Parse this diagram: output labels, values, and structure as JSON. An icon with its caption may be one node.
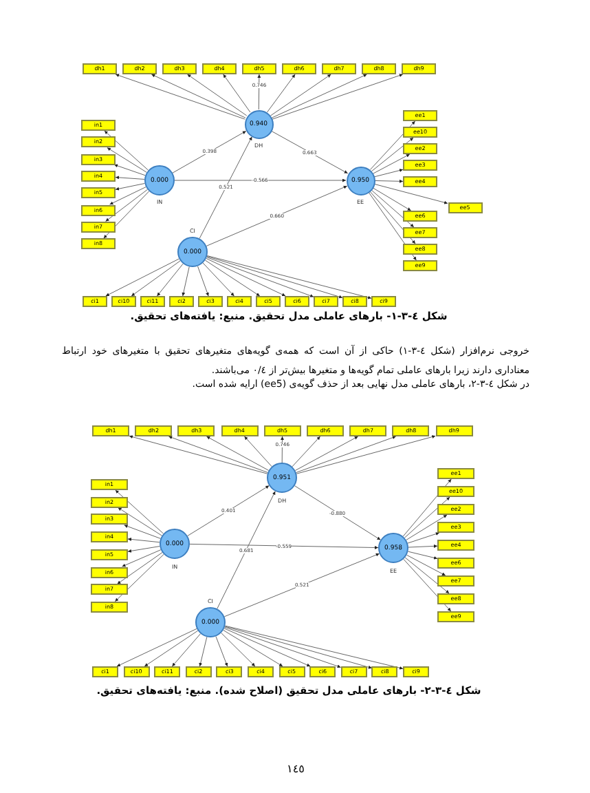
{
  "diagram": {
    "nodes": [
      {
        "text": [
          "dh1"
        ]
      },
      {
        "text": [
          "dh2"
        ]
      },
      {
        "text": [
          "dh3"
        ]
      },
      {
        "text": [
          "dh4"
        ]
      },
      {
        "text": [
          "dh5"
        ]
      },
      {
        "text": [
          "dh6"
        ]
      },
      {
        "text": [
          "dh7"
        ]
      },
      {
        "text": [
          "dh8"
        ]
      },
      {
        "text": [
          "dh9"
        ]
      },
      {
        "text": [
          "0.940"
        ],
        "beside": [
          "DH"
        ]
      },
      {
        "text": [
          "in1"
        ]
      },
      {
        "text": [
          "in2"
        ]
      },
      {
        "text": [
          "in3"
        ]
      },
      {
        "text": [
          "in4"
        ]
      },
      {
        "text": [
          "in5"
        ]
      },
      {
        "text": [
          "in6"
        ]
      },
      {
        "text": [
          "in7"
        ]
      },
      {
        "text": [
          "in8"
        ]
      },
      {
        "text": [
          "0.000"
        ],
        "beside": [
          "IN"
        ]
      },
      {
        "text": [
          "0.950"
        ],
        "beside": [
          "EE"
        ]
      },
      {
        "text": [
          "ee1"
        ]
      },
      {
        "text": [
          "ee10"
        ]
      },
      {
        "text": [
          "ee2"
        ]
      },
      {
        "text": [
          "ee3"
        ]
      },
      {
        "text": [
          "ee4"
        ]
      },
      {
        "text": [
          "ee5"
        ]
      },
      {
        "text": [
          "ee6"
        ]
      },
      {
        "text": [
          "ee7"
        ]
      },
      {
        "text": [
          "ee8"
        ]
      },
      {
        "text": [
          "ee9"
        ]
      },
      {
        "text": [
          "0.000"
        ],
        "beside": [
          "CI"
        ]
      },
      {
        "text": [
          "ci1"
        ]
      },
      {
        "text": [
          "ci10"
        ]
      },
      {
        "text": [
          "ci11"
        ]
      },
      {
        "text": [
          "ci2"
        ]
      },
      {
        "text": [
          "ci3"
        ]
      },
      {
        "text": [
          "ci4"
        ]
      },
      {
        "text": [
          "ci5"
        ]
      },
      {
        "text": [
          "ci6"
        ]
      },
      {
        "text": [
          "ci7"
        ]
      },
      {
        "text": [
          "ci8"
        ]
      },
      {
        "text": [
          "ci9"
        ]
      },
      {
        "text": [
          "dh1"
        ]
      },
      {
        "text": [
          "dh2"
        ]
      },
      {
        "text": [
          "dh3"
        ]
      },
      {
        "text": [
          "dh4"
        ]
      },
      {
        "text": [
          "dh5"
        ]
      },
      {
        "text": [
          "dh6"
        ]
      },
      {
        "text": [
          "dh7"
        ]
      },
      {
        "text": [
          "dh8"
        ]
      },
      {
        "text": [
          "dh9"
        ]
      },
      {
        "text": [
          "0.951"
        ],
        "beside": [
          "DH"
        ]
      },
      {
        "text": [
          "in1"
        ]
      },
      {
        "text": [
          "in2"
        ]
      },
      {
        "text": [
          "in3"
        ]
      },
      {
        "text": [
          "in4"
        ]
      },
      {
        "text": [
          "in5"
        ]
      },
      {
        "text": [
          "in6"
        ]
      },
      {
        "text": [
          "in7"
        ]
      },
      {
        "text": [
          "in8"
        ]
      },
      {
        "text": [
          "0.000"
        ],
        "beside": [
          "IN"
        ]
      },
      {
        "text": [
          "0.958"
        ],
        "beside": [
          "EE"
        ]
      },
      {
        "text": [
          "ee1"
        ]
      },
      {
        "text": [
          "ee10"
        ]
      },
      {
        "text": [
          "ee2"
        ]
      },
      {
        "text": [
          "ee3"
        ]
      },
      {
        "text": [
          "ee4"
        ]
      },
      {
        "text": [
          "ee6"
        ]
      },
      {
        "text": [
          "ee7"
        ]
      },
      {
        "text": [
          "ee8"
        ]
      },
      {
        "text": [
          "ee9"
        ]
      },
      {
        "text": [
          "0.000"
        ],
        "beside": [
          "CI"
        ]
      },
      {
        "text": [
          "ci1"
        ]
      },
      {
        "text": [
          "ci10"
        ]
      },
      {
        "text": [
          "ci11"
        ]
      },
      {
        "text": [
          "ci2"
        ]
      },
      {
        "text": [
          "ci3"
        ]
      },
      {
        "text": [
          "ci4"
        ]
      },
      {
        "text": [
          "ci5"
        ]
      },
      {
        "text": [
          "ci6"
        ]
      },
      {
        "text": [
          "ci7"
        ]
      },
      {
        "text": [
          "ci8"
        ]
      },
      {
        "text": [
          "ci9"
        ]
      }
    ],
    "edges": [
      {
        "from": 18,
        "to": 9,
        "arrow": "to",
        "label": "0.398"
      },
      {
        "from": 30,
        "to": 9,
        "arrow": "to",
        "label": "0.521"
      },
      {
        "from": 9,
        "to": 19,
        "arrow": "to",
        "label": "0.663"
      },
      {
        "from": 18,
        "to": 19,
        "arrow": "to",
        "label": "-0.566"
      },
      {
        "from": 30,
        "to": 19,
        "arrow": "to",
        "label": "0.660"
      },
      {
        "from": 9,
        "to": 0,
        "arrow": "to"
      },
      {
        "from": 9,
        "to": 1,
        "arrow": "to"
      },
      {
        "from": 9,
        "to": 2,
        "arrow": "to"
      },
      {
        "from": 9,
        "to": 3,
        "arrow": "to"
      },
      {
        "from": 9,
        "to": 4,
        "arrow": "to",
        "label": "0.746"
      },
      {
        "from": 9,
        "to": 5,
        "arrow": "to"
      },
      {
        "from": 9,
        "to": 6,
        "arrow": "to"
      },
      {
        "from": 9,
        "to": 7,
        "arrow": "to"
      },
      {
        "from": 9,
        "to": 8,
        "arrow": "to"
      },
      {
        "from": 18,
        "to": 10,
        "arrow": "to"
      },
      {
        "from": 18,
        "to": 11,
        "arrow": "to"
      },
      {
        "from": 18,
        "to": 12,
        "arrow": "to"
      },
      {
        "from": 18,
        "to": 13,
        "arrow": "to"
      },
      {
        "from": 18,
        "to": 14,
        "arrow": "to"
      },
      {
        "from": 18,
        "to": 15,
        "arrow": "to"
      },
      {
        "from": 18,
        "to": 16,
        "arrow": "to"
      },
      {
        "from": 18,
        "to": 17,
        "arrow": "to"
      },
      {
        "from": 19,
        "to": 20,
        "arrow": "to"
      },
      {
        "from": 19,
        "to": 21,
        "arrow": "to"
      },
      {
        "from": 19,
        "to": 22,
        "arrow": "to"
      },
      {
        "from": 19,
        "to": 23,
        "arrow": "to"
      },
      {
        "from": 19,
        "to": 24,
        "arrow": "to"
      },
      {
        "from": 19,
        "to": 25,
        "arrow": "to"
      },
      {
        "from": 19,
        "to": 26,
        "arrow": "to"
      },
      {
        "from": 19,
        "to": 27,
        "arrow": "to"
      },
      {
        "from": 19,
        "to": 28,
        "arrow": "to"
      },
      {
        "from": 19,
        "to": 29,
        "arrow": "to"
      },
      {
        "from": 30,
        "to": 31,
        "arrow": "to"
      },
      {
        "from": 30,
        "to": 32,
        "arrow": "to"
      },
      {
        "from": 30,
        "to": 33,
        "arrow": "to"
      },
      {
        "from": 30,
        "to": 34,
        "arrow": "to"
      },
      {
        "from": 30,
        "to": 35,
        "arrow": "to"
      },
      {
        "from": 30,
        "to": 36,
        "arrow": "to"
      },
      {
        "from": 30,
        "to": 37,
        "arrow": "to"
      },
      {
        "from": 30,
        "to": 38,
        "arrow": "to"
      },
      {
        "from": 30,
        "to": 39,
        "arrow": "to"
      },
      {
        "from": 30,
        "to": 40,
        "arrow": "to"
      },
      {
        "from": 30,
        "to": 41,
        "arrow": "to"
      },
      {
        "from": 60,
        "to": 51,
        "arrow": "to",
        "label": "0.401"
      },
      {
        "from": 71,
        "to": 51,
        "arrow": "to",
        "label": "0.681"
      },
      {
        "from": 51,
        "to": 61,
        "arrow": "to",
        "label": "-0.880"
      },
      {
        "from": 60,
        "to": 61,
        "arrow": "to",
        "label": "-0.559"
      },
      {
        "from": 71,
        "to": 61,
        "arrow": "to",
        "label": "0.521"
      },
      {
        "from": 51,
        "to": 42,
        "arrow": "to"
      },
      {
        "from": 51,
        "to": 43,
        "arrow": "to"
      },
      {
        "from": 51,
        "to": 44,
        "arrow": "to"
      },
      {
        "from": 51,
        "to": 45,
        "arrow": "to"
      },
      {
        "from": 51,
        "to": 46,
        "arrow": "to",
        "label": "0.746"
      },
      {
        "from": 51,
        "to": 47,
        "arrow": "to"
      },
      {
        "from": 51,
        "to": 48,
        "arrow": "to"
      },
      {
        "from": 51,
        "to": 49,
        "arrow": "to"
      },
      {
        "from": 51,
        "to": 50,
        "arrow": "to"
      },
      {
        "from": 60,
        "to": 52,
        "arrow": "to"
      },
      {
        "from": 60,
        "to": 53,
        "arrow": "to"
      },
      {
        "from": 60,
        "to": 54,
        "arrow": "to"
      },
      {
        "from": 60,
        "to": 55,
        "arrow": "to"
      },
      {
        "from": 60,
        "to": 56,
        "arrow": "to"
      },
      {
        "from": 60,
        "to": 57,
        "arrow": "to"
      },
      {
        "from": 60,
        "to": 58,
        "arrow": "to"
      },
      {
        "from": 60,
        "to": 59,
        "arrow": "to"
      },
      {
        "from": 61,
        "to": 62,
        "arrow": "to"
      },
      {
        "from": 61,
        "to": 63,
        "arrow": "to"
      },
      {
        "from": 61,
        "to": 64,
        "arrow": "to"
      },
      {
        "from": 61,
        "to": 65,
        "arrow": "to"
      },
      {
        "from": 61,
        "to": 66,
        "arrow": "to"
      },
      {
        "from": 61,
        "to": 67,
        "arrow": "to"
      },
      {
        "from": 61,
        "to": 68,
        "arrow": "to"
      },
      {
        "from": 61,
        "to": 69,
        "arrow": "to"
      },
      {
        "from": 61,
        "to": 70,
        "arrow": "to"
      },
      {
        "from": 71,
        "to": 72,
        "arrow": "to"
      },
      {
        "from": 71,
        "to": 73,
        "arrow": "to"
      },
      {
        "from": 71,
        "to": 74,
        "arrow": "to"
      },
      {
        "from": 71,
        "to": 75,
        "arrow": "to"
      },
      {
        "from": 71,
        "to": 76,
        "arrow": "to"
      },
      {
        "from": 71,
        "to": 77,
        "arrow": "to"
      },
      {
        "from": 71,
        "to": 78,
        "arrow": "to"
      },
      {
        "from": 71,
        "to": 79,
        "arrow": "to"
      },
      {
        "from": 71,
        "to": 80,
        "arrow": "to"
      },
      {
        "from": 71,
        "to": 81,
        "arrow": "to"
      },
      {
        "from": 71,
        "to": 82,
        "arrow": "to"
      }
    ],
    "labels": [
      "شکل ٤-٣-١- بارهای عاملی مدل تحقیق. منبع: یافته‌های تحقیق.",
      "خروجی نرم‌افزار (شکل ٤-٣-١) حاکی از آن است که همه‌ی گویه‌های متغیرهای تحقیق با متغیرهای خود ارتباط معناداری دارند زیرا بارهای عاملی تمام گویه‌ها و متغیرها بیش‌تر از ٠/٤ می‌باشند.",
      "در شکل ٤-٣-٢، بارهای عاملی مدل نهایی بعد از حذف گویه‌ی (ee5) ارایه شده است.",
      "شکل ٤-٣-٢- بارهای عاملی مدل تحقیق (اصلاح شده). منبع: یافته‌های تحقیق.",
      "١٤٥"
    ]
  }
}
